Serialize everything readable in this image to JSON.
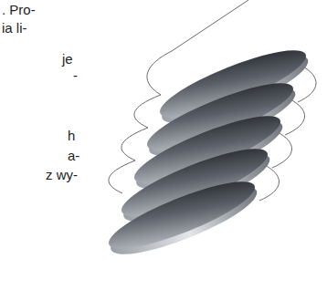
{
  "diagram": {
    "labels": [
      ". Pro-",
      "ia li-",
      "je",
      "-",
      "h",
      "a-",
      "z wy-"
    ]
  }
}
